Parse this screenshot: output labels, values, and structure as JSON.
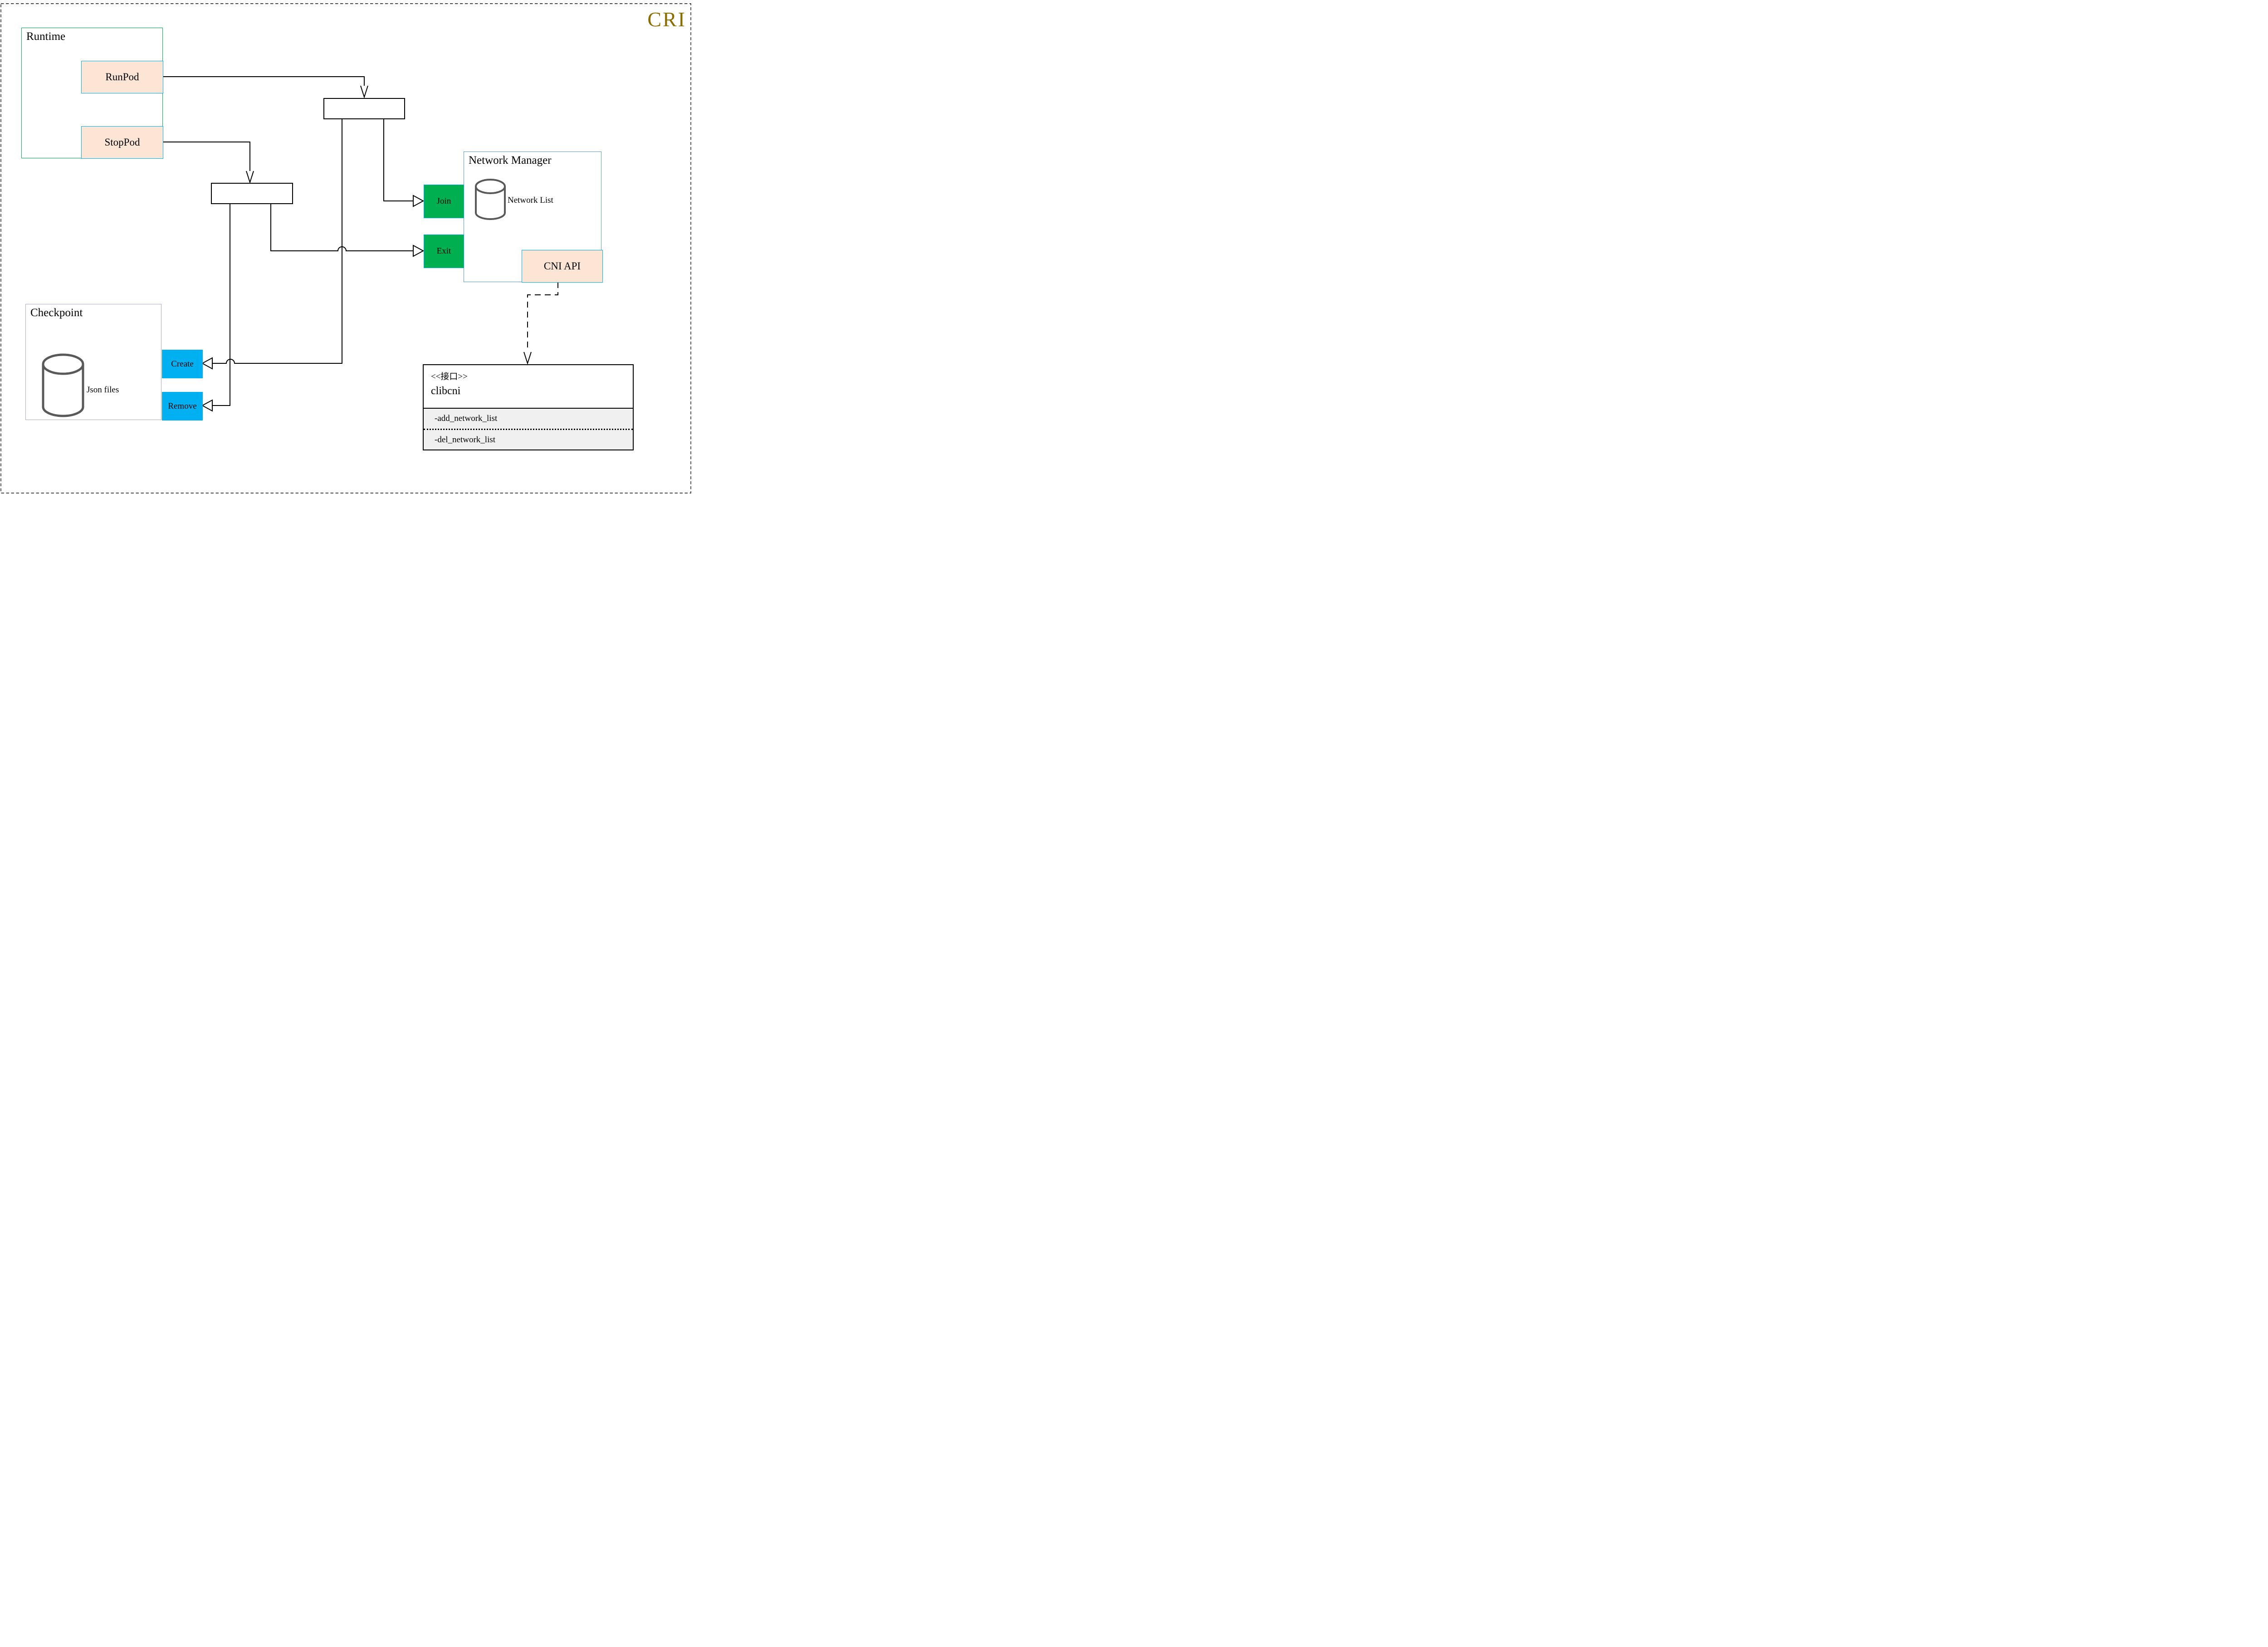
{
  "diagram": {
    "title": "CRI"
  },
  "runtime": {
    "title": "Runtime",
    "nodes": [
      {
        "label": "RunPod"
      },
      {
        "label": "StopPod"
      }
    ]
  },
  "network_manager": {
    "title": "Network Manager",
    "store_label": "Network List",
    "ports": [
      {
        "label": "Join"
      },
      {
        "label": "Exit"
      }
    ],
    "api_label": "CNI API"
  },
  "checkpoint": {
    "title": "Checkpoint",
    "store_label": "Json files",
    "ports": [
      {
        "label": "Create"
      },
      {
        "label": "Remove"
      }
    ]
  },
  "interface_box": {
    "stereotype": "<<接口>>",
    "name": "clibcni",
    "methods": [
      "-add_network_list",
      "-del_network_list"
    ]
  },
  "colors": {
    "accent_gold": "#8c6d00",
    "green_fill": "#00b050",
    "blue_fill": "#00b0f0",
    "peach_fill": "#fce5d5",
    "node_border_blue": "#00b0f0",
    "runtime_border_green": "#00b050",
    "network_manager_border_blue": "#5b9bd5",
    "checkpoint_border_purple": "#b4a7d6",
    "cylinder_gray": "#595959",
    "interface_body_gray": "#f0f0f0"
  }
}
